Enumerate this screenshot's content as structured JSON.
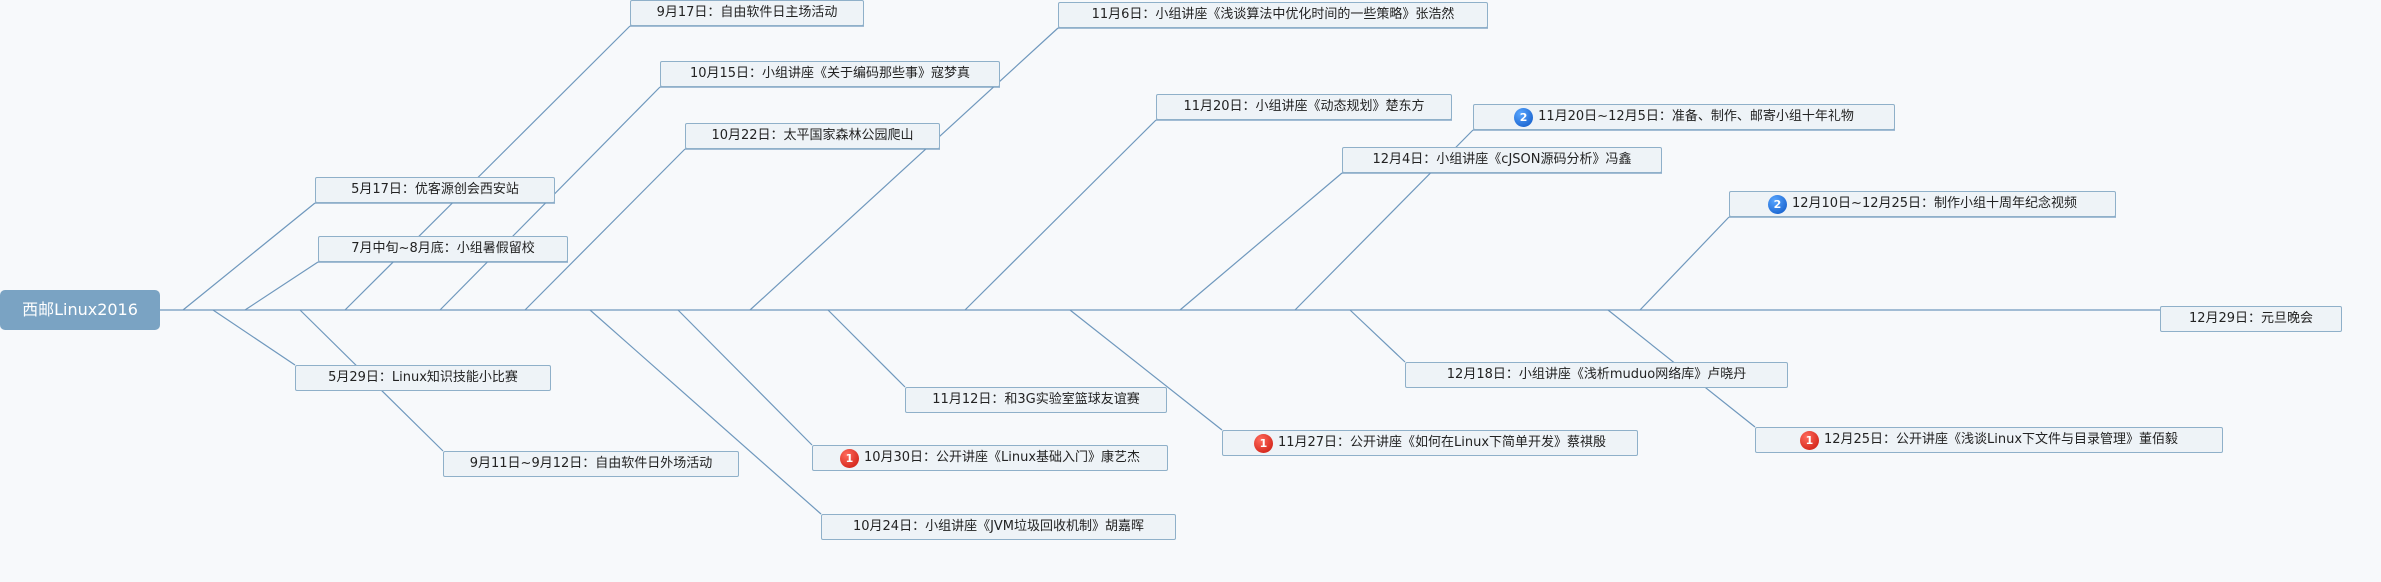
{
  "root": {
    "label": "西邮Linux2016"
  },
  "colors": {
    "line": "#6f98bd",
    "prio1": "#d61e12",
    "prio2": "#1667d9"
  },
  "events": [
    {
      "id": "e1",
      "label": "9月17日：自由软件日主场活动",
      "priority": ""
    },
    {
      "id": "e2",
      "label": "10月15日：小组讲座《关于编码那些事》寇梦真",
      "priority": ""
    },
    {
      "id": "e3",
      "label": "10月22日：太平国家森林公园爬山",
      "priority": ""
    },
    {
      "id": "e4",
      "label": "5月17日：优客源创会西安站",
      "priority": ""
    },
    {
      "id": "e5",
      "label": "7月中旬~8月底：小组暑假留校",
      "priority": ""
    },
    {
      "id": "e6",
      "label": "11月6日：小组讲座《浅谈算法中优化时间的一些策略》张浩然",
      "priority": ""
    },
    {
      "id": "e7",
      "label": "11月20日：小组讲座《动态规划》楚东方",
      "priority": ""
    },
    {
      "id": "e8",
      "label": "11月20日~12月5日：准备、制作、邮寄小组十年礼物",
      "priority": "2"
    },
    {
      "id": "e9",
      "label": "12月4日：小组讲座《cJSON源码分析》冯鑫",
      "priority": ""
    },
    {
      "id": "e10",
      "label": "12月10日~12月25日：制作小组十周年纪念视频",
      "priority": "2"
    },
    {
      "id": "e11",
      "label": "12月29日：元旦晚会",
      "priority": ""
    },
    {
      "id": "e12",
      "label": "5月29日：Linux知识技能小比赛",
      "priority": ""
    },
    {
      "id": "e13",
      "label": "9月11日~9月12日：自由软件日外场活动",
      "priority": ""
    },
    {
      "id": "e14",
      "label": "11月12日：和3G实验室篮球友谊赛",
      "priority": ""
    },
    {
      "id": "e15",
      "label": "10月30日：公开讲座《Linux基础入门》康艺杰",
      "priority": "1"
    },
    {
      "id": "e16",
      "label": "10月24日：小组讲座《JVM垃圾回收机制》胡嘉晖",
      "priority": ""
    },
    {
      "id": "e17",
      "label": "11月27日：公开讲座《如何在Linux下简单开发》蔡祺殷",
      "priority": "1"
    },
    {
      "id": "e18",
      "label": "12月18日：小组讲座《浅析muduo网络库》卢晓丹",
      "priority": ""
    },
    {
      "id": "e19",
      "label": "12月25日：公开讲座《浅谈Linux下文件与目录管理》董佰毅",
      "priority": "1"
    }
  ]
}
